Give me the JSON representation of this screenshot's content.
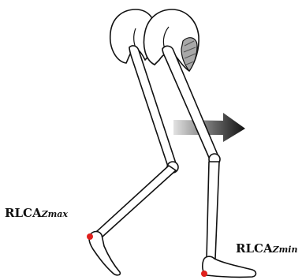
{
  "labels": {
    "zmax": {
      "main": "RLCA",
      "sub": "Zmax"
    },
    "zmin": {
      "main": "RLCA",
      "sub": "Zmin"
    }
  },
  "colors": {
    "outline": "#111111",
    "marker": "#e0201c",
    "arrow_dark": "#111111",
    "arrow_light": "#dcdcdc",
    "knee_cap": "#a8a8a8"
  }
}
